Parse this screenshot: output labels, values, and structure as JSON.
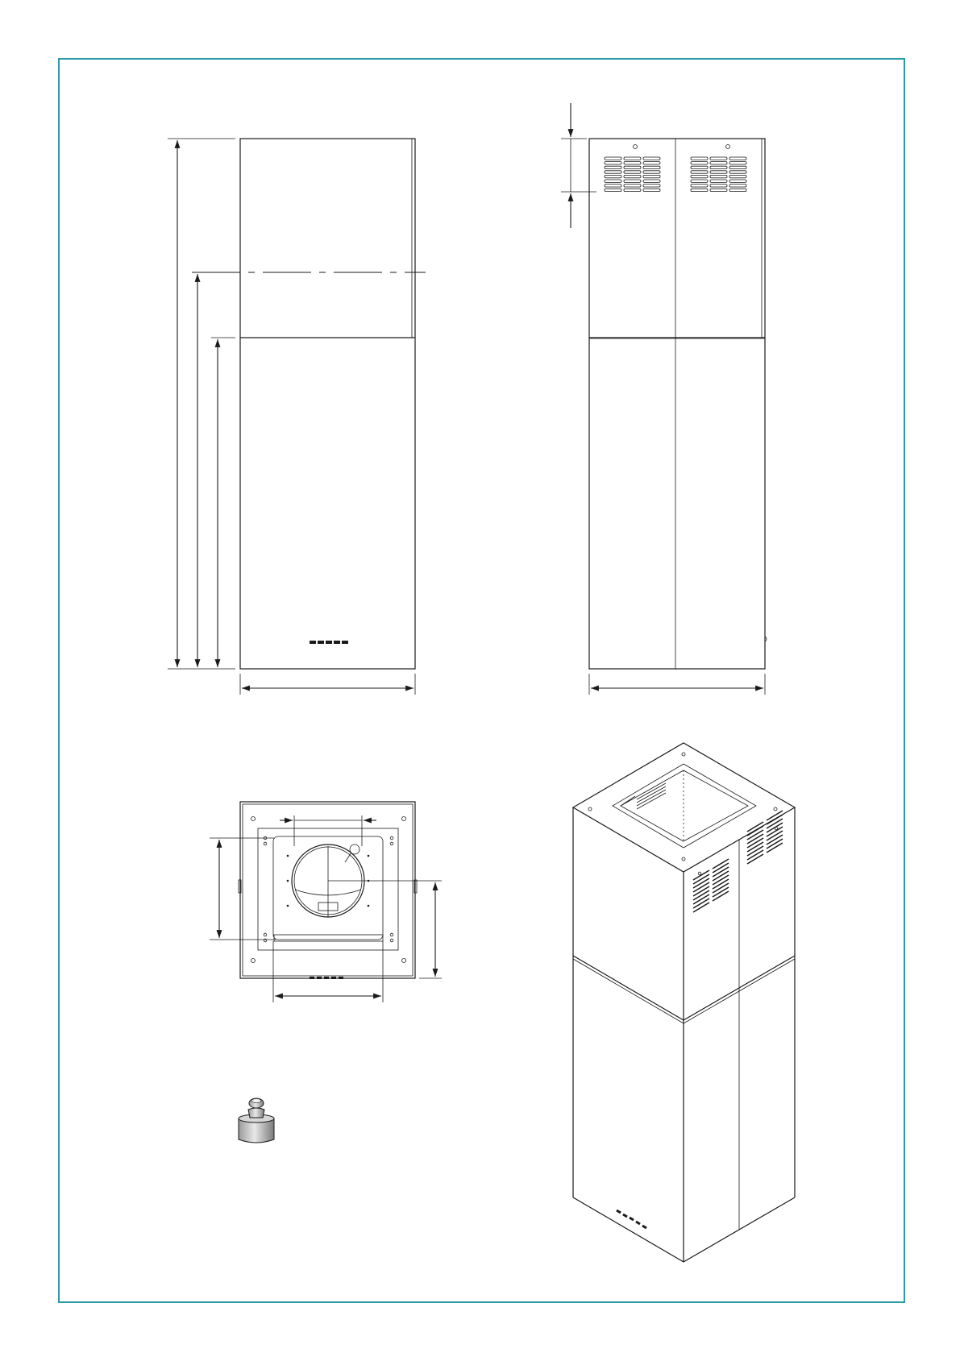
{
  "document": {
    "frame_color": "#2a9aa8",
    "line_color": "#1a1a1a",
    "views": [
      {
        "name": "front-view"
      },
      {
        "name": "side-view"
      },
      {
        "name": "top-view"
      },
      {
        "name": "isometric-view"
      },
      {
        "name": "weight-icon"
      }
    ]
  }
}
